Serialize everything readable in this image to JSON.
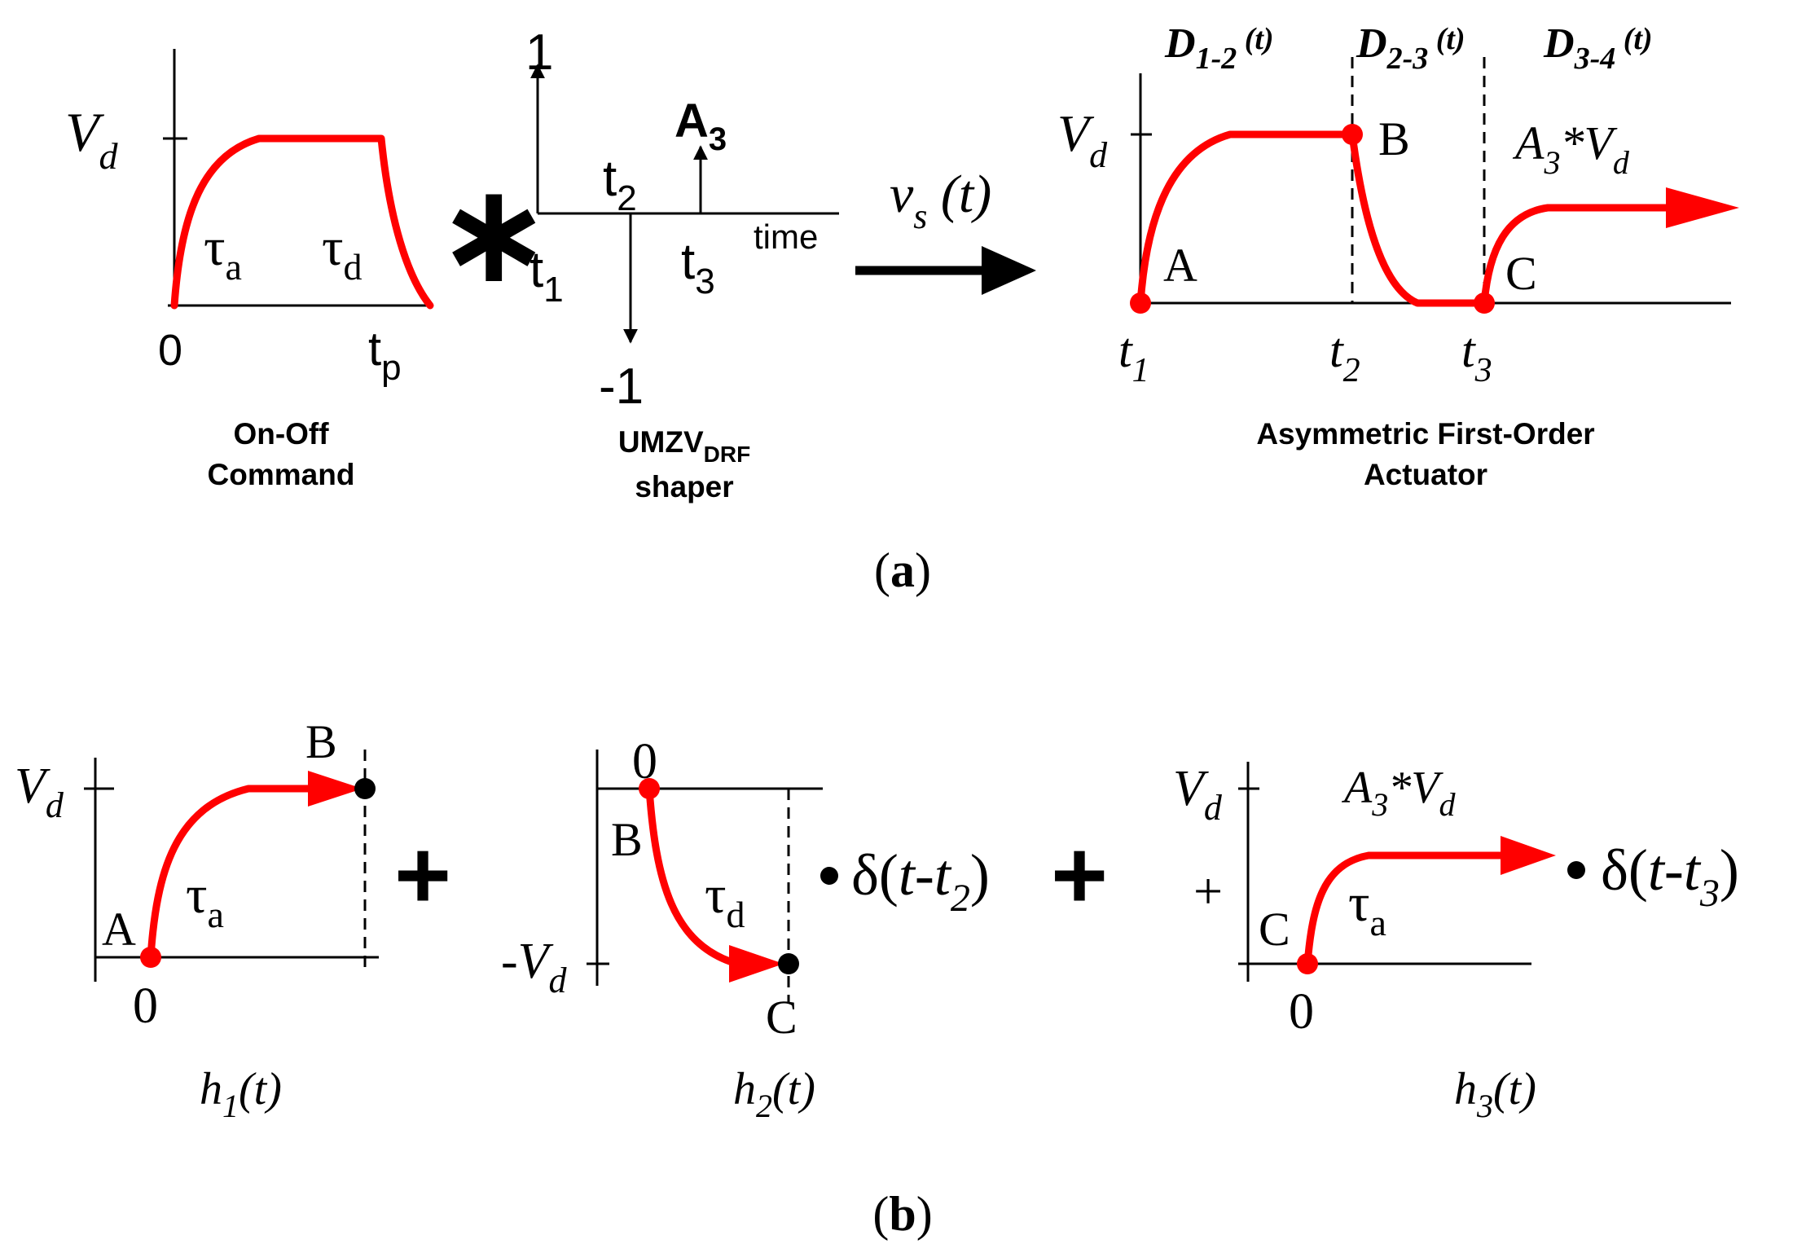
{
  "colors": {
    "curve": "#ff0000",
    "ink": "#000000",
    "background": "#ffffff"
  },
  "panel_a": {
    "caption_open": "(",
    "caption_letter": "a",
    "caption_close": ")",
    "on_off": {
      "y_level": "V",
      "y_level_sub": "d",
      "tau_rise": "τ",
      "tau_rise_sub": "a",
      "tau_fall": "τ",
      "tau_fall_sub": "d",
      "origin": "0",
      "end": "t",
      "end_sub": "p",
      "label_line1": "On-Off",
      "label_line2": "Command"
    },
    "convolution_symbol": "∗",
    "shaper": {
      "pos_amp": "1",
      "neg_amp": "-1",
      "amp3": "A",
      "amp3_sub": "3",
      "t1": "t",
      "t1_sub": "1",
      "t2": "t",
      "t2_sub": "2",
      "t3": "t",
      "t3_sub": "3",
      "time_label": "time",
      "label_line1": "UMZV",
      "label_line1_sub": "DRF",
      "label_line2": "shaper"
    },
    "signal": {
      "v": "v",
      "v_sub": "s",
      "arg": " (t)"
    },
    "actuator": {
      "y_level": "V",
      "y_level_sub": "d",
      "d12": "D",
      "d12_sub": "1-2",
      "d12_arg": " (t)",
      "d23": "D",
      "d23_sub": "2-3",
      "d23_arg": " (t)",
      "d34": "D",
      "d34_sub": "3-4",
      "d34_arg": " (t)",
      "pt_a": "A",
      "pt_b": "B",
      "pt_c": "C",
      "final_a": "A",
      "final_a_sub": "3",
      "final_star": "*V",
      "final_v_sub": "d",
      "t1": "t",
      "t1_sub": "1",
      "t2": "t",
      "t2_sub": "2",
      "t3": "t",
      "t3_sub": "3",
      "label_line1": "Asymmetric First-Order",
      "label_line2": "Actuator"
    }
  },
  "panel_b": {
    "caption_open": "(",
    "caption_letter": "b",
    "caption_close": ")",
    "h1": {
      "y_level": "V",
      "y_level_sub": "d",
      "pt_a": "A",
      "pt_b": "B",
      "tau": "τ",
      "tau_sub": "a",
      "origin": "0",
      "name": "h",
      "name_sub": "1",
      "name_arg": "(t)"
    },
    "plus1": "+",
    "h2": {
      "top": "0",
      "y_level": "-V",
      "y_level_sub": "d",
      "pt_b": "B",
      "pt_c": "C",
      "tau": "τ",
      "tau_sub": "d",
      "delta": "δ(",
      "delta_t": "t-t",
      "delta_sub": "2",
      "delta_close": ")",
      "name": "h",
      "name_sub": "2",
      "name_arg": "(t)"
    },
    "plus2": "+",
    "h3": {
      "y_level": "V",
      "y_level_sub": "d",
      "sign": "+",
      "level_a": "A",
      "level_a_sub": "3",
      "level_star": "*V",
      "level_v_sub": "d",
      "pt_c": "C",
      "tau": "τ",
      "tau_sub": "a",
      "origin": "0",
      "delta": "δ(",
      "delta_t": "t-t",
      "delta_sub": "3",
      "delta_close": ")",
      "name": "h",
      "name_sub": "3",
      "name_arg": "(t)"
    }
  }
}
